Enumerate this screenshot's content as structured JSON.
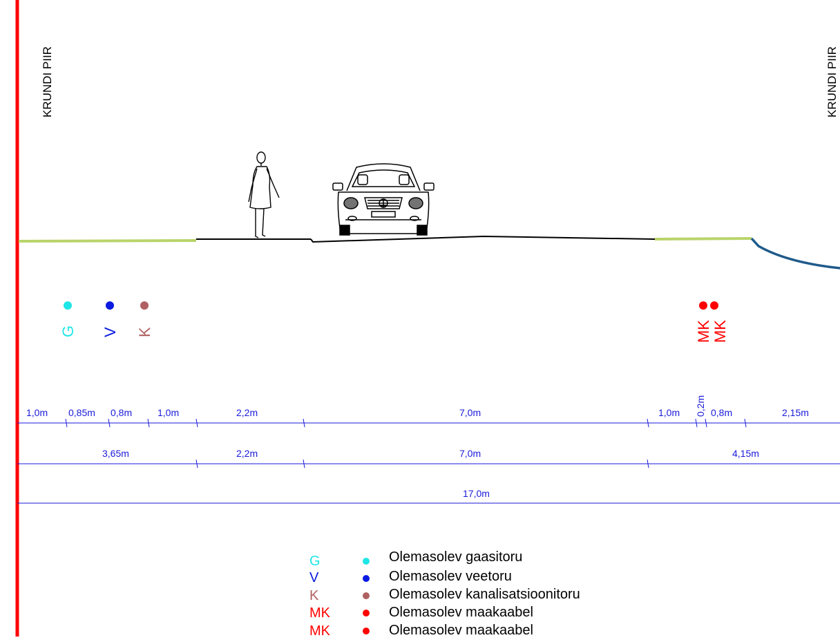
{
  "boundary": {
    "left_label": "KRUNDI PIIR",
    "right_label": "KRUNDI PIIR",
    "color": "#ff0000"
  },
  "colors": {
    "grass": "#b9d46b",
    "pavement": "#000000",
    "ditch": "#1f5a8a",
    "dimension": "#1a1adb"
  },
  "utilities": [
    {
      "code": "G",
      "color": "#1ee6e6"
    },
    {
      "code": "V",
      "color": "#0a1ae0"
    },
    {
      "code": "K",
      "color": "#b06060"
    },
    {
      "code": "MK",
      "color": "#ff0000"
    },
    {
      "code": "MK",
      "color": "#ff0000"
    }
  ],
  "dimensions": {
    "row1": [
      "1,0m",
      "0,85m",
      "0,8m",
      "1,0m",
      "2,2m",
      "7,0m",
      "1,0m",
      "0,2m",
      "0,8m",
      "2,15m"
    ],
    "row2": [
      "3,65m",
      "2,2m",
      "7,0m",
      "4,15m"
    ],
    "row3": [
      "17,0m"
    ]
  },
  "legend": [
    {
      "code": "G",
      "color": "#1ee6e6",
      "label": "Olemasolev gaasitoru"
    },
    {
      "code": "V",
      "color": "#0a1ae0",
      "label": "Olemasolev veetoru"
    },
    {
      "code": "K",
      "color": "#b06060",
      "label": "Olemasolev kanalisatsioonitoru"
    },
    {
      "code": "MK",
      "color": "#ff0000",
      "label": "Olemasolev maakaabel"
    },
    {
      "code": "MK",
      "color": "#ff0000",
      "label": "Olemasolev maakaabel"
    }
  ]
}
